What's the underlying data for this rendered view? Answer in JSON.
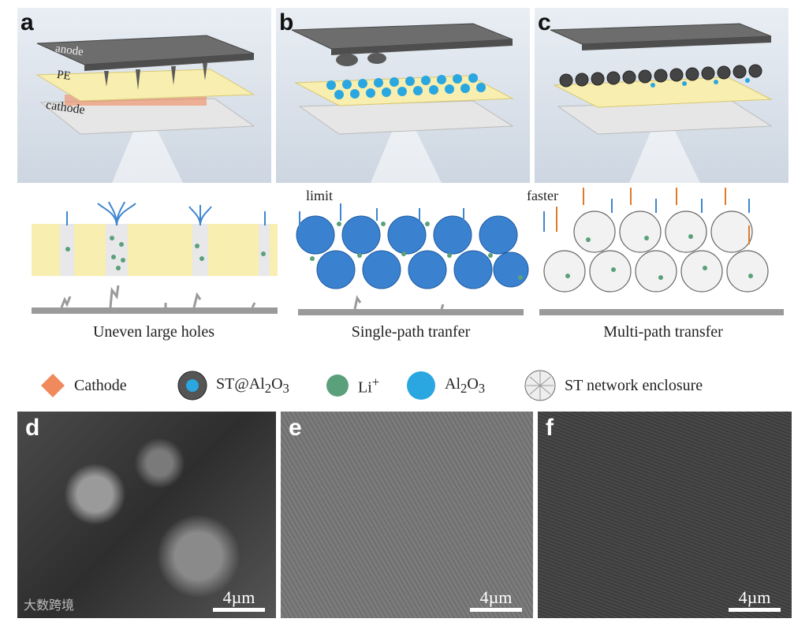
{
  "panels": {
    "a": {
      "label": "a",
      "anode": "anode",
      "pe": "PE",
      "cathode": "cathode"
    },
    "b": {
      "label": "b"
    },
    "c": {
      "label": "c"
    }
  },
  "schematic": {
    "limit": "limit",
    "faster": "faster",
    "captions": [
      "Uneven large holes",
      "Single-path tranfer",
      "Multi-path transfer"
    ]
  },
  "legend": {
    "cathode": "Cathode",
    "st_al2o3": {
      "base": "ST@Al",
      "sub1": "2",
      "mid": "O",
      "sub2": "3"
    },
    "li": {
      "base": "Li",
      "sup": "+"
    },
    "al2o3": {
      "base": "Al",
      "sub1": "2",
      "mid": "O",
      "sub2": "3"
    },
    "st_network": "ST network enclosure"
  },
  "sem": {
    "d": {
      "label": "d",
      "scale": "4µm"
    },
    "e": {
      "label": "e",
      "scale": "4µm"
    },
    "f": {
      "label": "f",
      "scale": "4µm"
    }
  },
  "watermark": "大数跨境",
  "colors": {
    "pe_yellow": "#f7eeb0",
    "al2o3_blue": "#2aa6e0",
    "li_green": "#5aa07a",
    "cathode_orange": "#f08a5d",
    "arrow_blue": "#3f86d0",
    "arrow_orange": "#e07a2a"
  }
}
